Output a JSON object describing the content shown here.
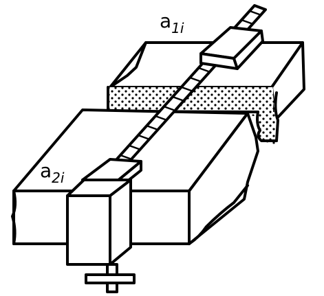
{
  "labels": {
    "top": {
      "main": "a",
      "sub": "1i"
    },
    "bottom": {
      "main": "a",
      "sub": "2i"
    }
  },
  "colors": {
    "ink": "#000000",
    "paper": "#ffffff"
  }
}
